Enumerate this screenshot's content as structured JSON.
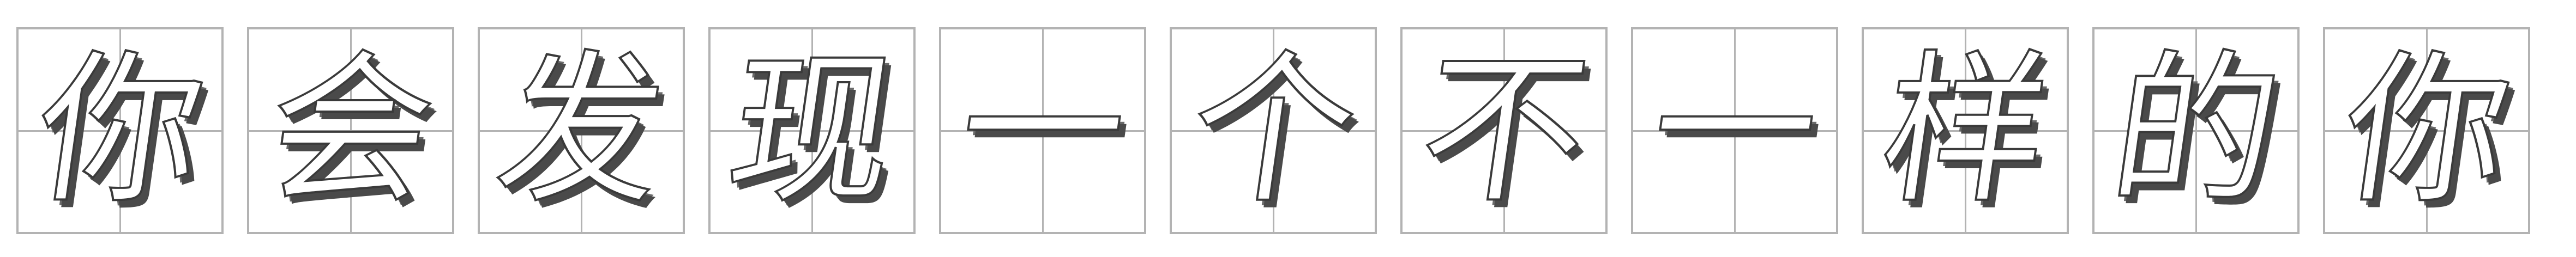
{
  "characters": [
    "你",
    "会",
    "发",
    "现",
    "一",
    "个",
    "不",
    "一",
    "样",
    "的",
    "你"
  ]
}
